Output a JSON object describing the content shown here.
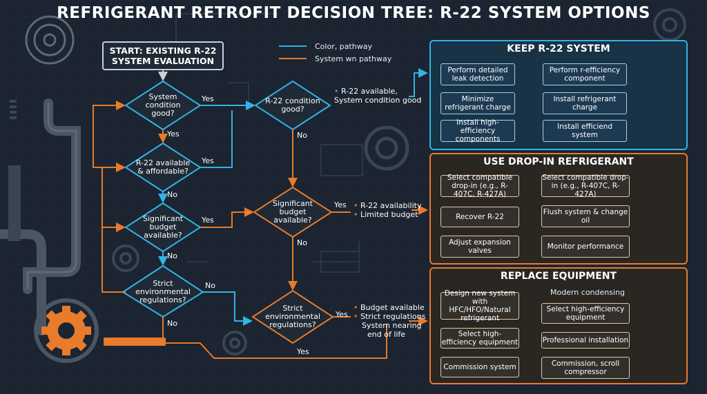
{
  "title": "REFRIGERANT RETROFIT DECISION TREE: R-22 SYSTEM OPTIONS",
  "start": "START: EXISTING R-22 SYSTEM EVALUATION",
  "legend": {
    "blue_label": "Color, pathway",
    "orange_label": "System wn pathway",
    "blue_color": "#32b4e6",
    "orange_color": "#e87b2c"
  },
  "decisions_left": [
    {
      "text": "System condition good?",
      "yes": "Yes",
      "down": "Yes"
    },
    {
      "text": "R-22 available & affordable?",
      "yes": "Yes",
      "down": "No"
    },
    {
      "text": "Significant budget available?",
      "yes": "Yes",
      "down": "No"
    },
    {
      "text": "Strict environmental regulations?",
      "yes": "No",
      "down": "No"
    }
  ],
  "decisions_mid": [
    {
      "text": "R-22 condition good?",
      "down": "No",
      "note": [
        "R-22 available,",
        "System condition good"
      ]
    },
    {
      "text": "Significant budget available?",
      "yes": "Yes",
      "down": "No",
      "note": [
        "R-22 availability",
        "Limited budget"
      ]
    },
    {
      "text": "Strict environmental regulations?",
      "yes": "Yes",
      "bottom": "Yes",
      "note": [
        "Budget available",
        "Strict regulations",
        "System nearing",
        "end of life"
      ]
    }
  ],
  "keep": {
    "title": "KEEP R-22 SYSTEM",
    "left": [
      "Perform detailed leak detection",
      "Minimize refrigerant charge",
      "Install high-efficiency components"
    ],
    "right": [
      "Perform r-efficiency component",
      "Install refrigerant charge",
      "Install efficiend system"
    ]
  },
  "dropin": {
    "title": "USE DROP-IN REFRIGERANT",
    "left": [
      "Select compatible drop-in (e.g., R-407C, R-427A)",
      "Recover R-22",
      "Adjust expansion valves"
    ],
    "right": [
      "Select compatible drop-in (e.g., R-407C, R-427A)",
      "Flush system & change oil",
      "Monitor performance"
    ]
  },
  "replace": {
    "title": "REPLACE EQUIPMENT",
    "subtitle": "Modern condensing",
    "left": [
      "Design new system with HFC/HFO/Natural refrigerant",
      "Select high-efficiency equipment",
      "Commission system"
    ],
    "right": [
      "Select high-efficiency equipment",
      "Professional installation",
      "Commission, scroll compressor"
    ]
  }
}
